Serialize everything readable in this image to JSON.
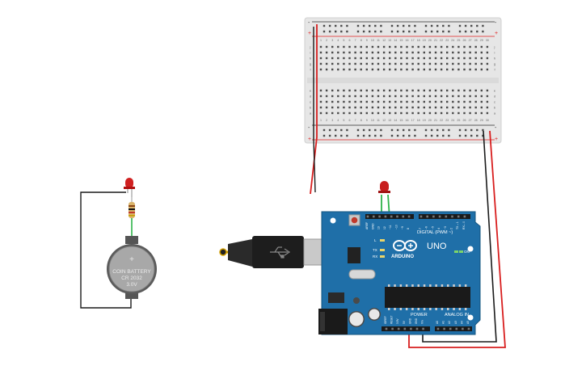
{
  "colors": {
    "background": "#ffffff",
    "breadboard": "#e8e8e8",
    "breadboard_rail_red": "#e02020",
    "breadboard_rail_blue": "#2a6cc4",
    "hole": "#4a4a4a",
    "arduino_pcb": "#1f6fa8",
    "arduino_dark": "#16557f",
    "wire_red": "#d81e1e",
    "wire_black": "#1a1a1a",
    "wire_green": "#2fb34a",
    "led_red": "#d02020",
    "battery_grey": "#9a9a9a",
    "usb_black": "#222222"
  },
  "breadboard": {
    "column_numbers": [
      "1",
      "2",
      "3",
      "4",
      "5",
      "6",
      "7",
      "8",
      "9",
      "10",
      "11",
      "12",
      "13",
      "14",
      "15",
      "16",
      "17",
      "18",
      "19",
      "20",
      "21",
      "22",
      "23",
      "24",
      "25",
      "26",
      "27",
      "28",
      "29",
      "30"
    ],
    "row_letters_top": [
      "j",
      "i",
      "h",
      "g",
      "f"
    ],
    "row_letters_bottom": [
      "e",
      "d",
      "c",
      "b",
      "a"
    ],
    "rail_plus": "+",
    "rail_minus": "-"
  },
  "arduino": {
    "brand_text": "UNO",
    "logo_text": "ARDUINO",
    "digital_label": "DIGITAL (PWM ~)",
    "power_label": "POWER",
    "analog_label": "ANALOG IN",
    "on_label": "ON",
    "led_labels": [
      "L",
      "TX",
      "RX"
    ],
    "top_pin_labels": [
      "AREF",
      "GND",
      "13",
      "12",
      "~11",
      "~10",
      "~9",
      "8",
      "7",
      "~6",
      "~5",
      "4",
      "~3",
      "2",
      "TX→1",
      "RX←0"
    ],
    "power_pin_labels": [
      "IOREF",
      "RESET",
      "3.3V",
      "5V",
      "GND",
      "GND",
      "Vin"
    ],
    "analog_pin_labels": [
      "A0",
      "A1",
      "A2",
      "A3",
      "A4",
      "A5"
    ]
  },
  "battery": {
    "line1": "COIN BATTERY",
    "line2": "CR 2032",
    "line3": "3.0V",
    "plus_symbol": "+"
  }
}
